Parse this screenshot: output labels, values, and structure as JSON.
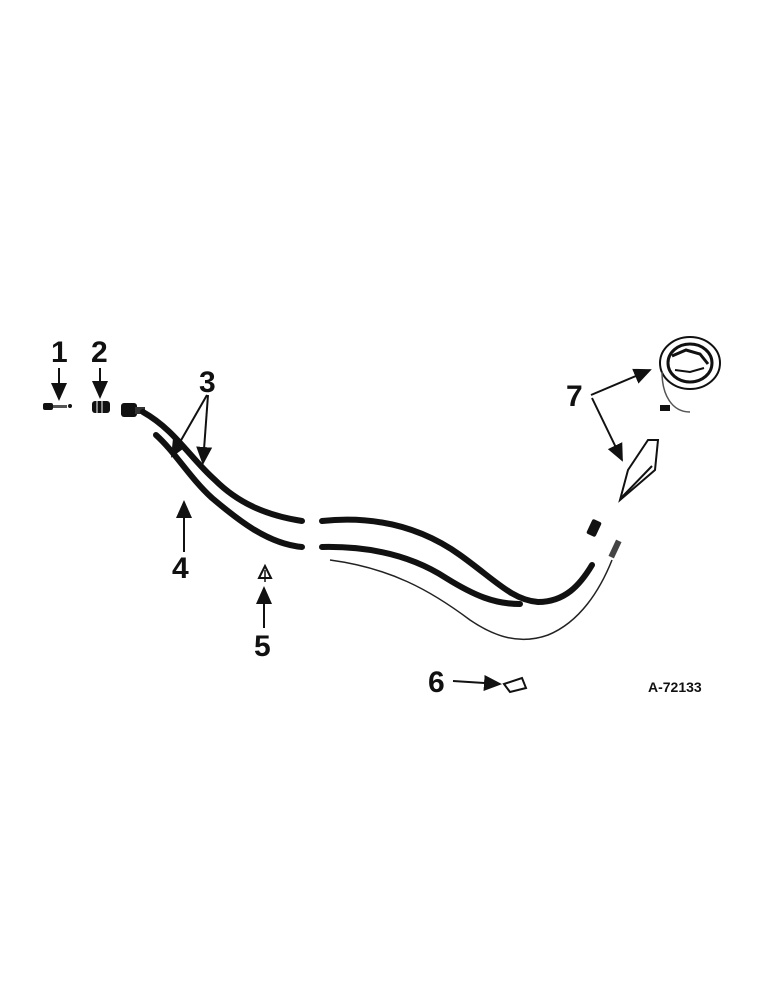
{
  "callouts": [
    "1",
    "2",
    "3",
    "4",
    "5",
    "6",
    "7"
  ],
  "drawing_code": "A-72133",
  "colors": {
    "ink": "#111111",
    "paper": "#ffffff"
  }
}
